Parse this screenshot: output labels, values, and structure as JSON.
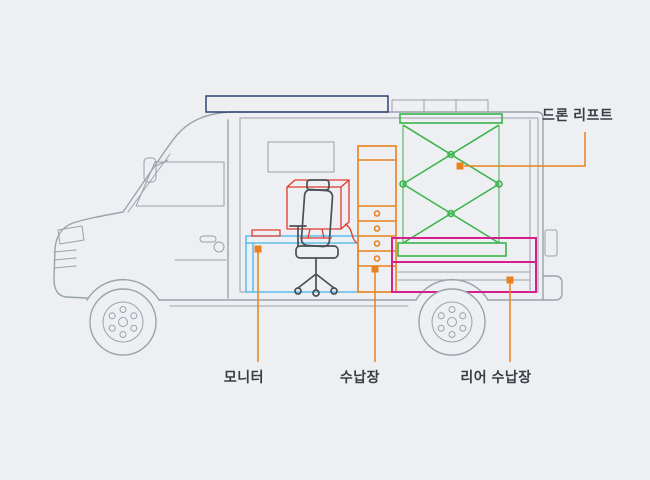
{
  "diagram": {
    "type": "vehicle-cutaway",
    "labels": {
      "drone_lift": "드론 리프트",
      "monitor": "모니터",
      "storage_cabinet": "수납장",
      "rear_storage": "리어 수납장"
    },
    "colors": {
      "background": "#edeff2",
      "van_outline": "#9aa2ab",
      "monitor_red": "#e2392c",
      "desk_blue": "#45b3e8",
      "cabinet_orange": "#e8821e",
      "lift_green": "#39b54a",
      "rear_pink": "#d41f8d",
      "roof_navy": "#24386b",
      "chair_dark": "#4a5056",
      "leader_orange": "#e8821e",
      "label_text": "#383e44"
    }
  }
}
